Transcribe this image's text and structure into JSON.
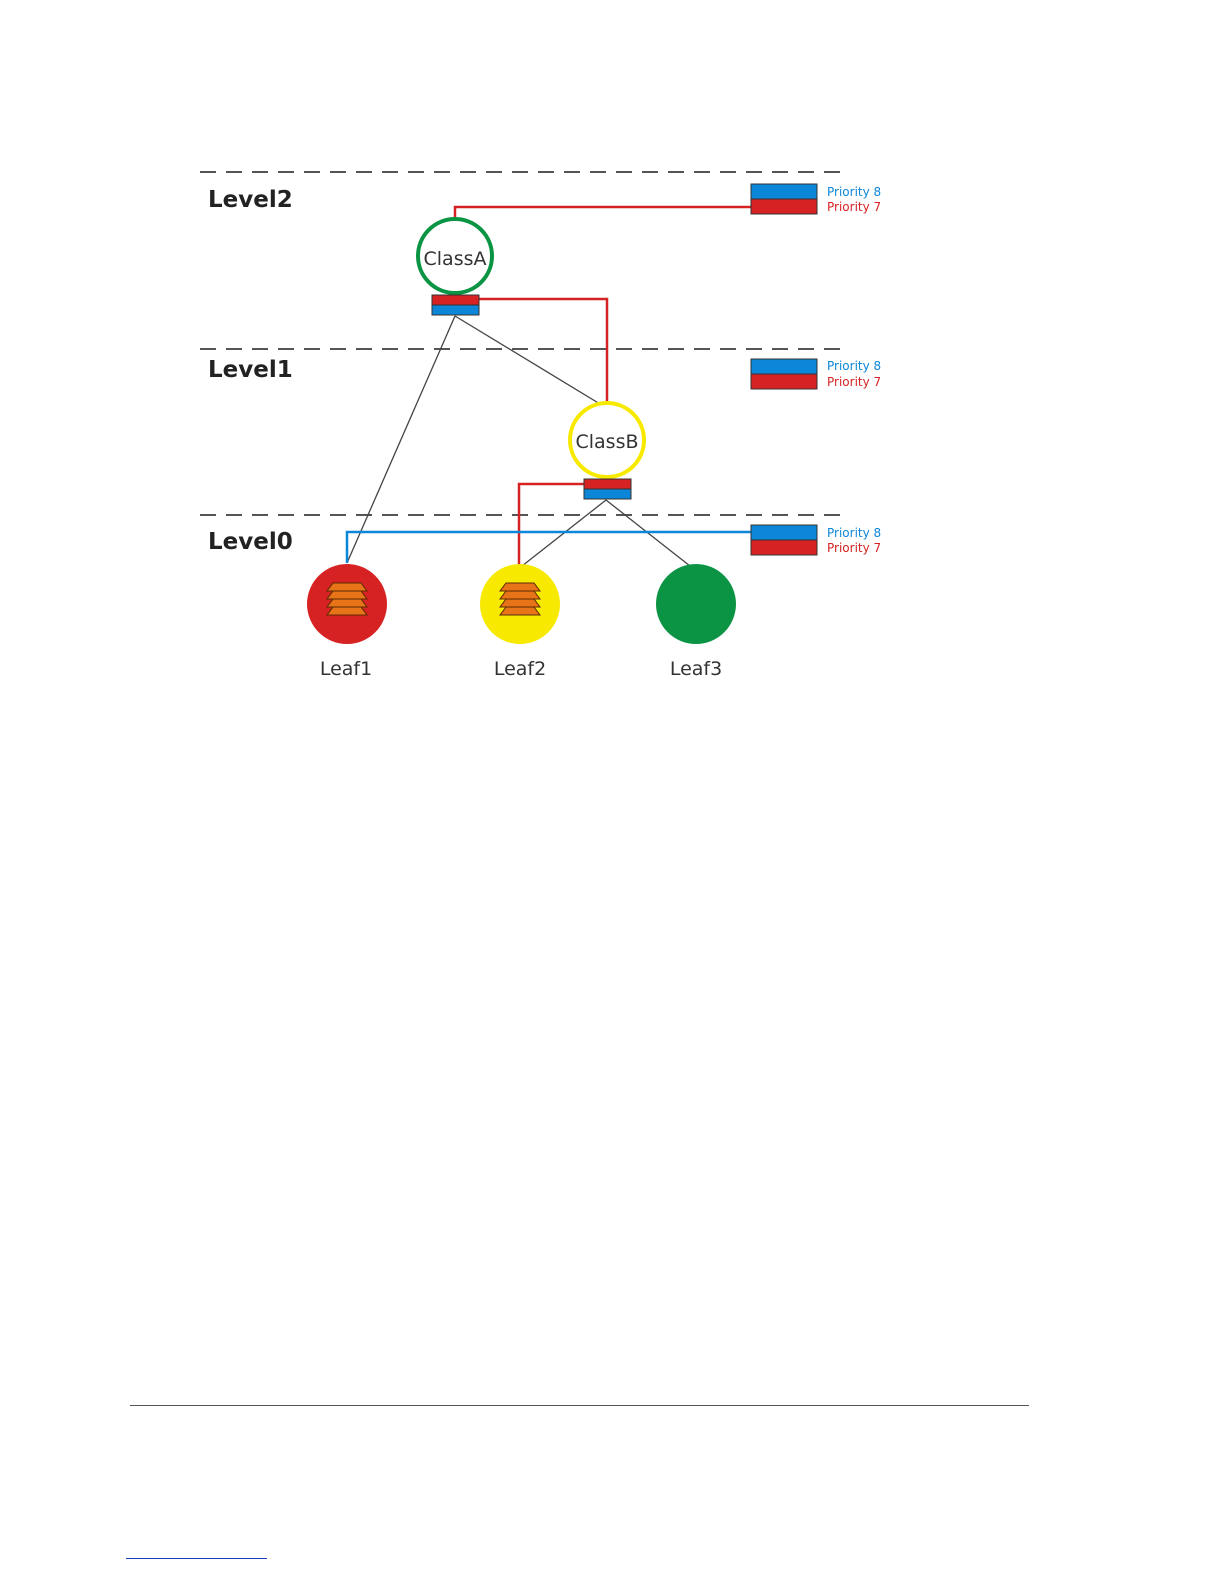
{
  "colors": {
    "blue": "#0b86d9",
    "red": "#d62222",
    "green": "#0a9443",
    "yellow": "#f7ea00",
    "orange": "#e8741a",
    "black_line": "#444444",
    "dash": "#555555"
  },
  "levels": [
    {
      "id": "level2",
      "label": "Level2"
    },
    {
      "id": "level1",
      "label": "Level1"
    },
    {
      "id": "level0",
      "label": "Level0"
    }
  ],
  "classes": [
    {
      "id": "class-a",
      "label": "ClassA",
      "ring_color": "#0a9443"
    },
    {
      "id": "class-b",
      "label": "ClassB",
      "ring_color": "#f7ea00"
    }
  ],
  "leaves": [
    {
      "id": "leaf1",
      "label": "Leaf1",
      "fill": "#d62222",
      "has_queue": true
    },
    {
      "id": "leaf2",
      "label": "Leaf2",
      "fill": "#f7ea00",
      "has_queue": true
    },
    {
      "id": "leaf3",
      "label": "Leaf3",
      "fill": "#0a9443",
      "has_queue": false
    }
  ],
  "priority_legend": {
    "priority8": "Priority 8",
    "priority7": "Priority 7"
  }
}
